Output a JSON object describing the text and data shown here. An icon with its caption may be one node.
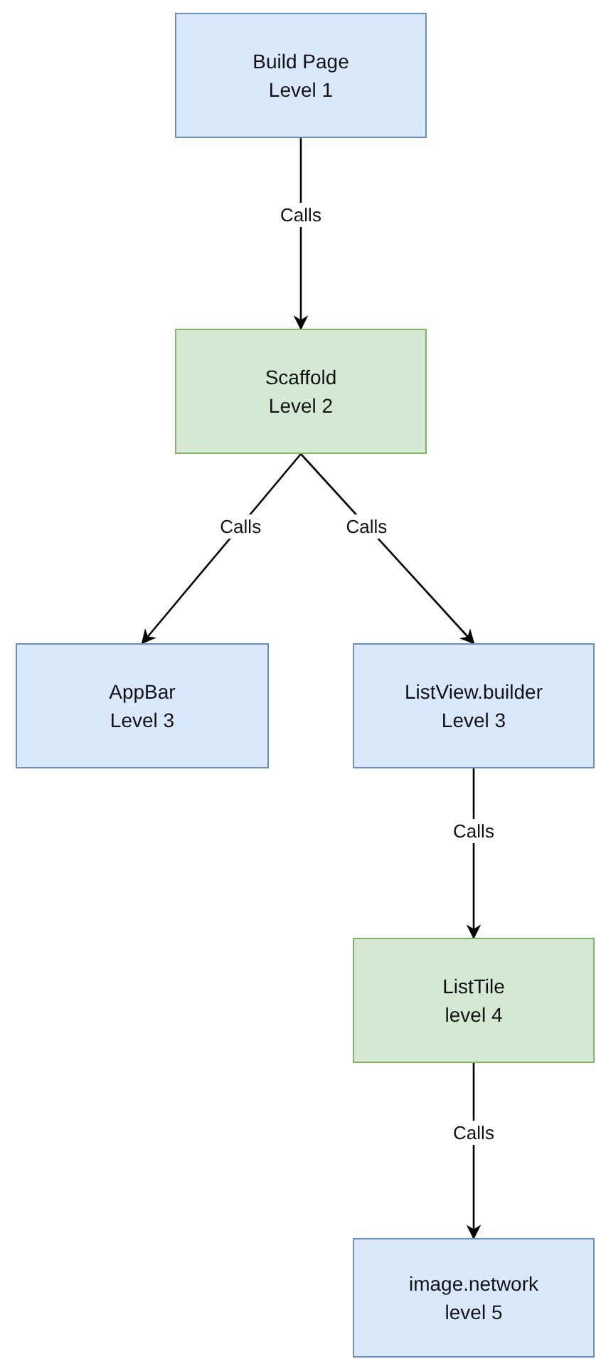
{
  "diagram": {
    "nodes": [
      {
        "text": [
          "Build Page",
          "Level 1"
        ]
      },
      {
        "text": [
          "Scaffold",
          "Level 2"
        ]
      },
      {
        "text": [
          "AppBar",
          "Level 3"
        ]
      },
      {
        "text": [
          "ListView.builder",
          "Level 3"
        ]
      },
      {
        "text": [
          "ListTile",
          "level 4"
        ]
      },
      {
        "text": [
          "image.network",
          "level 5"
        ]
      }
    ],
    "edges": [
      {
        "from": 0,
        "to": 1,
        "arrow": "to",
        "label": "Calls"
      },
      {
        "from": 1,
        "to": 2,
        "arrow": "to",
        "label": "Calls"
      },
      {
        "from": 1,
        "to": 3,
        "arrow": "to",
        "label": "Calls"
      },
      {
        "from": 3,
        "to": 4,
        "arrow": "to",
        "label": "Calls"
      },
      {
        "from": 4,
        "to": 5,
        "arrow": "to",
        "label": "Calls"
      }
    ]
  }
}
